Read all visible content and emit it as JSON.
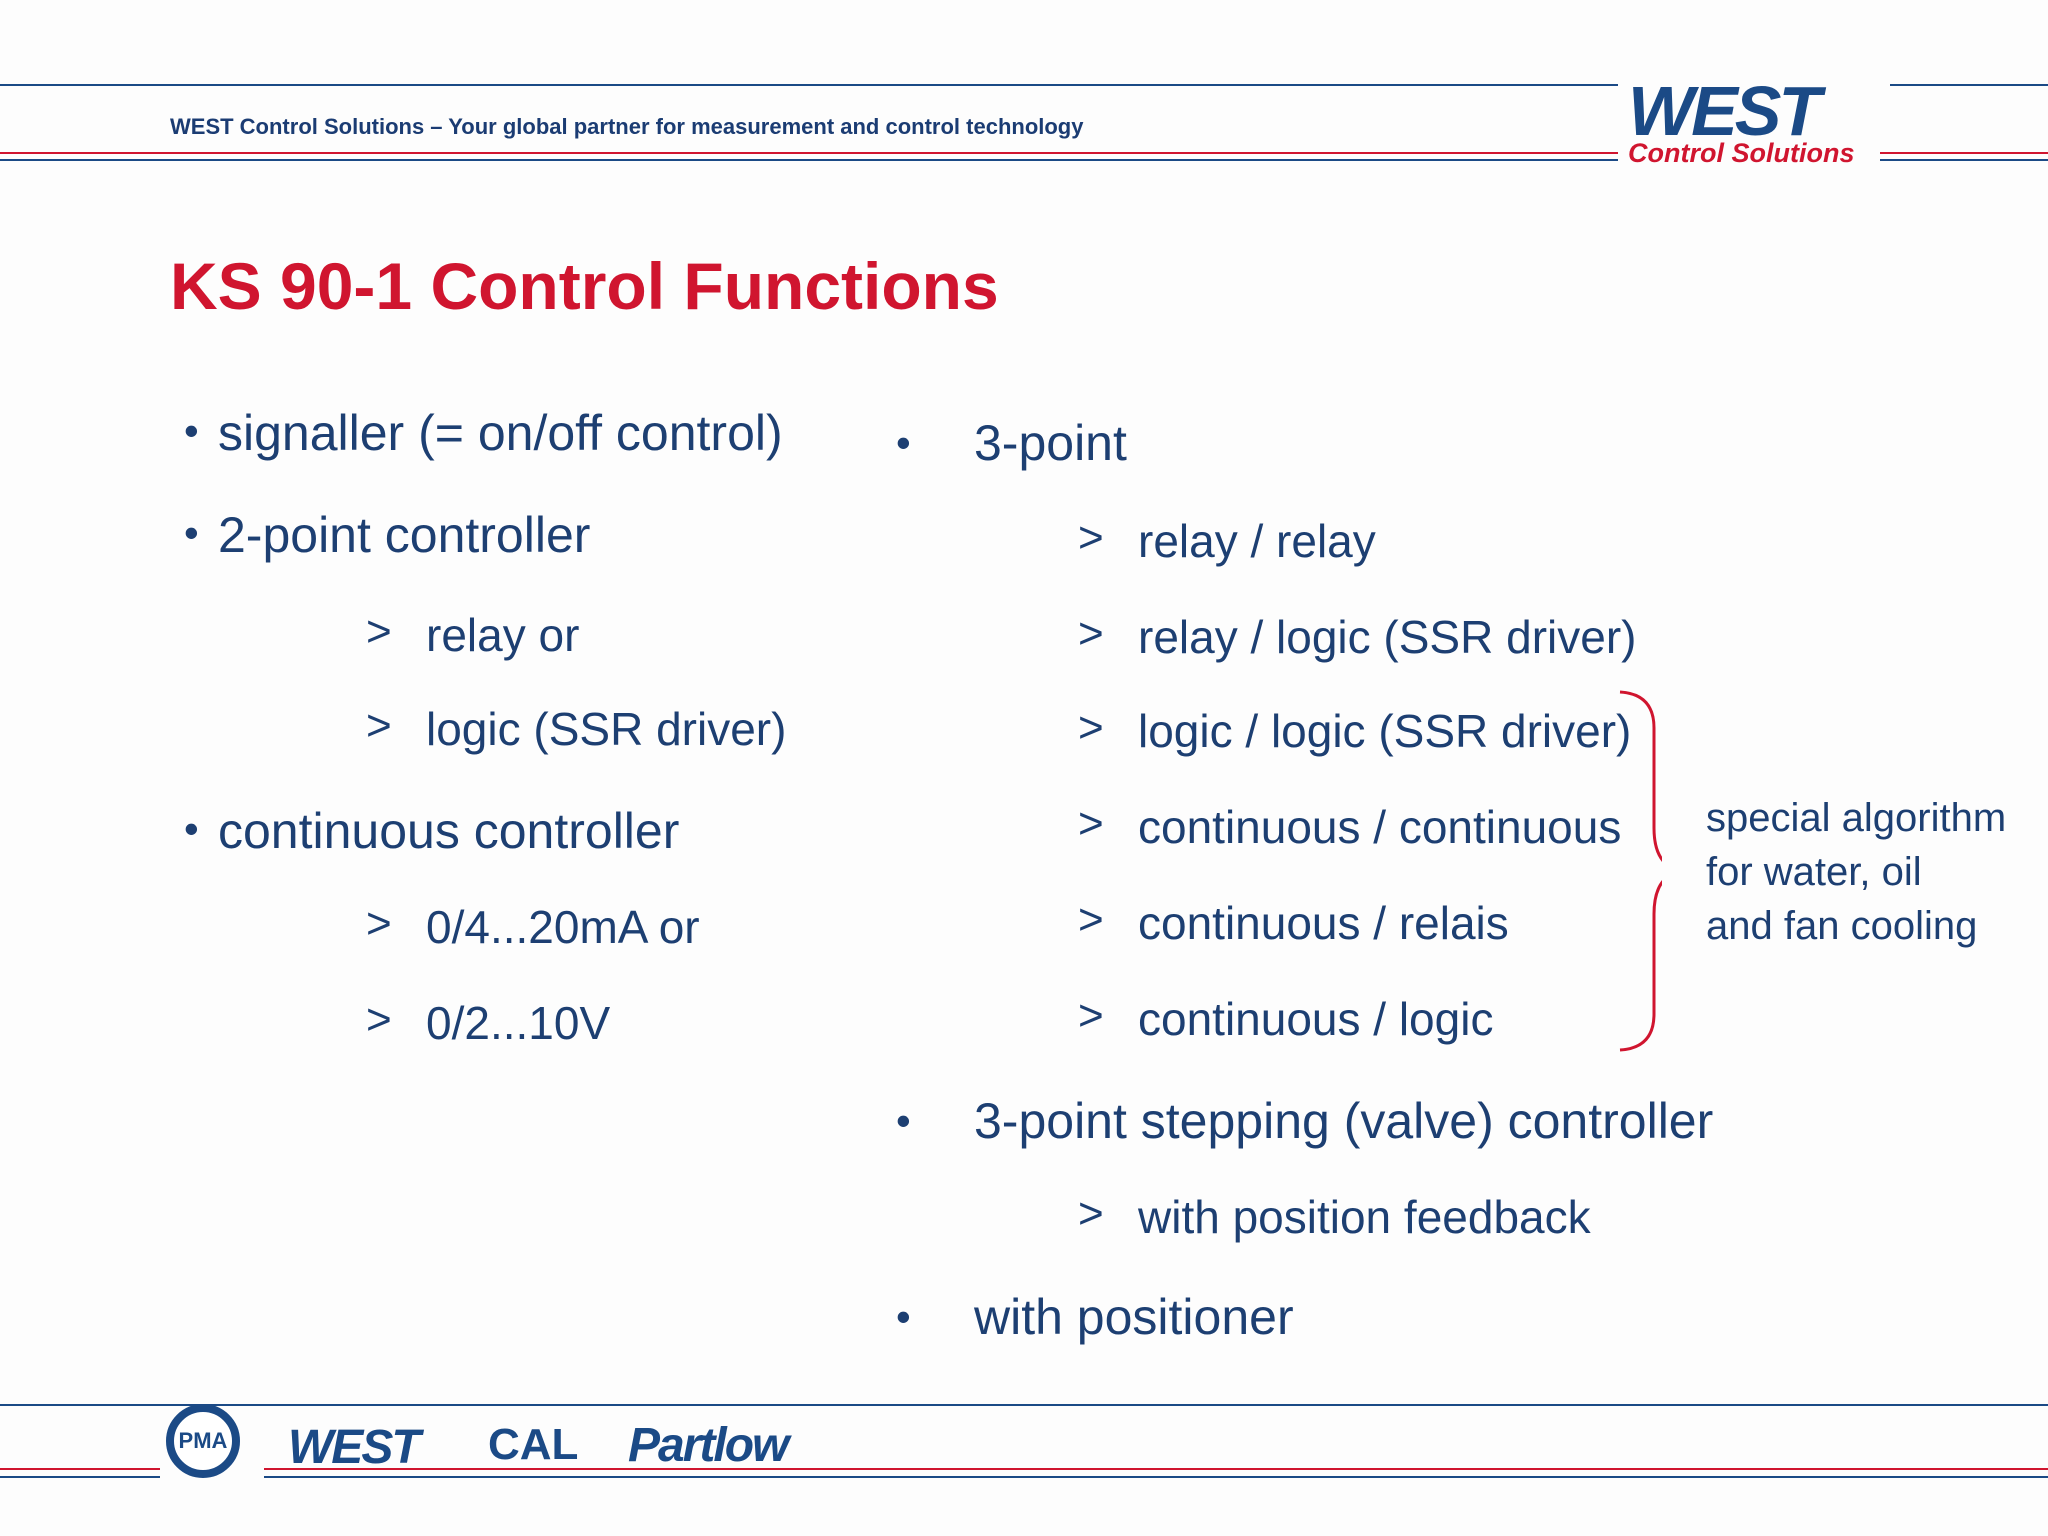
{
  "header": {
    "tagline": "WEST Control Solutions – Your global partner for measurement and control technology",
    "logo_main": "WEST",
    "logo_sub": "Control Solutions"
  },
  "title": "KS 90-1 Control Functions",
  "symbols": {
    "bullet": "•",
    "arrow": ">"
  },
  "left_column": {
    "item1": "signaller (= on/off control)",
    "item2": "2-point controller",
    "item2_subs": [
      "relay or",
      "logic (SSR driver)"
    ],
    "item3": "continuous controller",
    "item3_subs": [
      "0/4...20mA or",
      "0/2...10V"
    ]
  },
  "right_column": {
    "item1": "3-point",
    "item1_subs": [
      "relay / relay",
      "relay / logic (SSR driver)",
      "logic / logic (SSR driver)",
      "continuous / continuous",
      "continuous / relais",
      "continuous / logic"
    ],
    "item2": "3-point stepping (valve) controller",
    "item2_subs": [
      "with position feedback"
    ],
    "item3": "with positioner"
  },
  "bracket_note": [
    "special algorithm",
    "for water, oil",
    "and fan cooling"
  ],
  "footer": {
    "pma": "PMA",
    "west": "WEST",
    "cal": "CAL",
    "partlow": "Partlow"
  },
  "colors": {
    "accent_red": "#d0152f",
    "brand_blue": "#1b4a86",
    "text_blue": "#1d3f72"
  }
}
